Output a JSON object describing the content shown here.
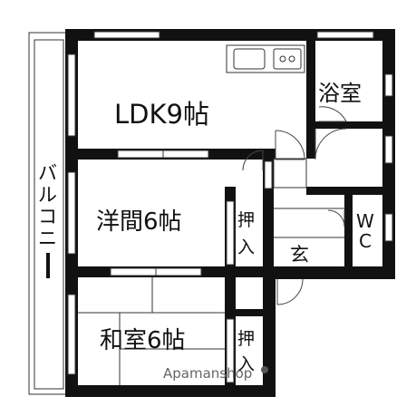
{
  "floorplan": {
    "rooms": {
      "ldk": "LDK9帖",
      "bath": "浴室",
      "western": "洋間6帖",
      "closet1_line1": "押",
      "closet1_line2": "入",
      "toilet_line1": "W",
      "toilet_line2": "C",
      "entrance": "玄",
      "japanese": "和室6帖",
      "closet2_line1": "押",
      "closet2_line2": "入",
      "balcony_chars": [
        "バ",
        "ル",
        "コ",
        "ニ",
        "ー"
      ]
    },
    "watermark": "Apamanshop"
  },
  "colors": {
    "wall": "#111111",
    "line": "#333333",
    "background": "#ffffff"
  }
}
